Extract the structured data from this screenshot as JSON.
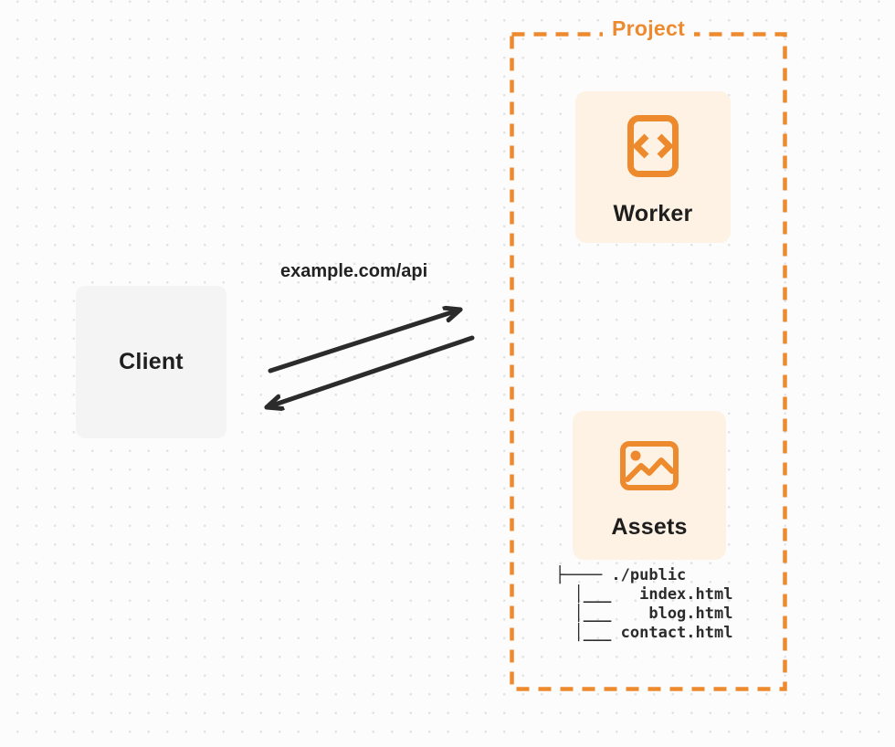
{
  "colors": {
    "accent_orange": "#EE8A2E",
    "card_background": "#FDF2E3",
    "client_background": "#F4F4F5",
    "page_background": "#FCFCFC",
    "dot_grid": "#E2E2E4",
    "arrow": "#2B2B2B",
    "label_text": "#1E1E1E"
  },
  "client": {
    "label": "Client"
  },
  "request": {
    "label": "example.com/api"
  },
  "project": {
    "label": "Project",
    "worker": {
      "label": "Worker",
      "icon": "code-file-icon"
    },
    "assets": {
      "label": "Assets",
      "icon": "image-icon"
    },
    "file_tree_text": "├──── ./public\n  │___   index.html\n  │___    blog.html\n  │___ contact.html",
    "files": [
      "./public",
      "index.html",
      "blog.html",
      "contact.html"
    ]
  }
}
